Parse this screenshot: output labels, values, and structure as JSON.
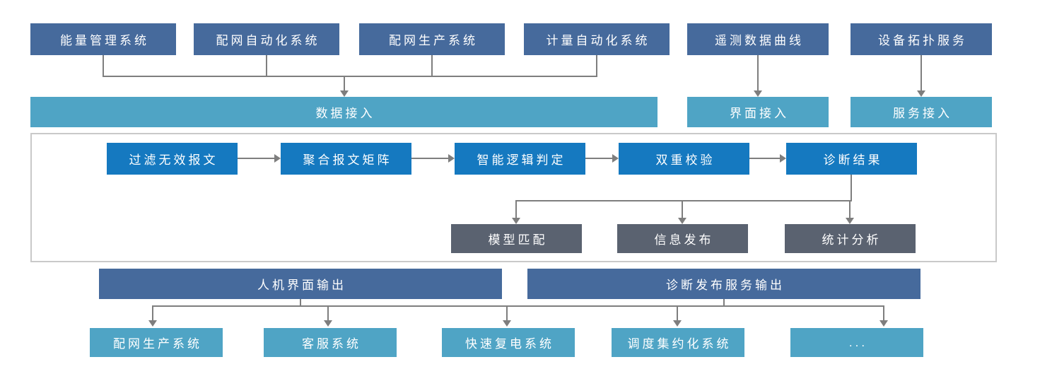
{
  "palette": {
    "source_box": "#466A9C",
    "access_bar": "#4FA4C5",
    "pipeline_box": "#1579C0",
    "analysis_box": "#5A6270",
    "connector": "#7E7E7E",
    "frame_border": "#C9C9C9",
    "text": "#FFFFFF"
  },
  "diagram": {
    "sources": [
      "能量管理系统",
      "配网自动化系统",
      "配网生产系统",
      "计量自动化系统"
    ],
    "ui_source": "遥测数据曲线",
    "service_source": "设备拓扑服务",
    "access": {
      "data": "数据接入",
      "ui": "界面接入",
      "service": "服务接入"
    },
    "pipeline": [
      "过滤无效报文",
      "聚合报文矩阵",
      "智能逻辑判定",
      "双重校验",
      "诊断结果"
    ],
    "analysis": [
      "模型匹配",
      "信息发布",
      "统计分析"
    ],
    "outputs": {
      "hmi": "人机界面输出",
      "publish": "诊断发布服务输出"
    },
    "targets": [
      "配网生产系统",
      "客服系统",
      "快速复电系统",
      "调度集约化系统",
      "..."
    ]
  }
}
